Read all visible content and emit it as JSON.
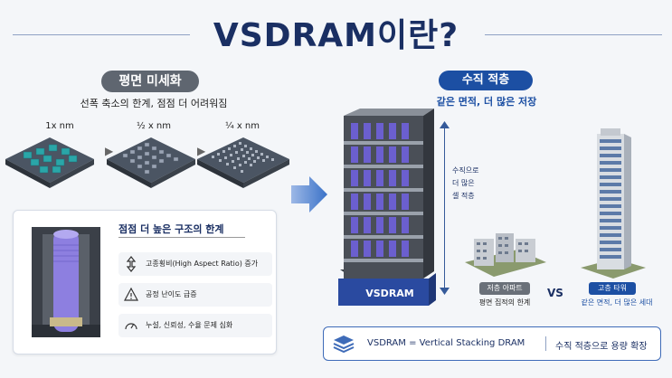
{
  "header": {
    "title": "VSDRAM이란?"
  },
  "left": {
    "pill": "평면 미세화",
    "subtitle": "선폭 축소의 한계, 점점 더 어려워짐",
    "scales": [
      "1x nm",
      "½ x nm",
      "¼ x nm"
    ],
    "card": {
      "title": "점점 더 높은 구조의 한계",
      "issues": [
        {
          "icon": "vertical-arrows-icon",
          "text": "고종횡비(High Aspect Ratio) 증가"
        },
        {
          "icon": "warning-icon",
          "text": "공정 난이도 급증"
        },
        {
          "icon": "gauge-icon",
          "text": "누설, 신뢰성, 수율 문제 심화"
        }
      ]
    }
  },
  "right": {
    "pill": "수직 적층",
    "subtitle": "같은 면적, 더 많은 저장",
    "vertical_note": [
      "수직으로",
      "더 많은",
      "셀 적층"
    ],
    "stack_label": "VSDRAM",
    "low_rise": {
      "chip": "저층 아파트",
      "desc": "평면 집적의 한계"
    },
    "vs": "VS",
    "high_rise": {
      "chip": "고층 타워",
      "desc": "같은 면적, 더 많은 세대"
    }
  },
  "bottom": {
    "definition": "VSDRAM = Vertical Stacking DRAM",
    "description": "수직 적층으로 용량 확장"
  },
  "colors": {
    "navy": "#1a2f63",
    "accent": "#1c4fa3",
    "purple": "#7b6fd0",
    "gray_pill": "#5f6670"
  }
}
